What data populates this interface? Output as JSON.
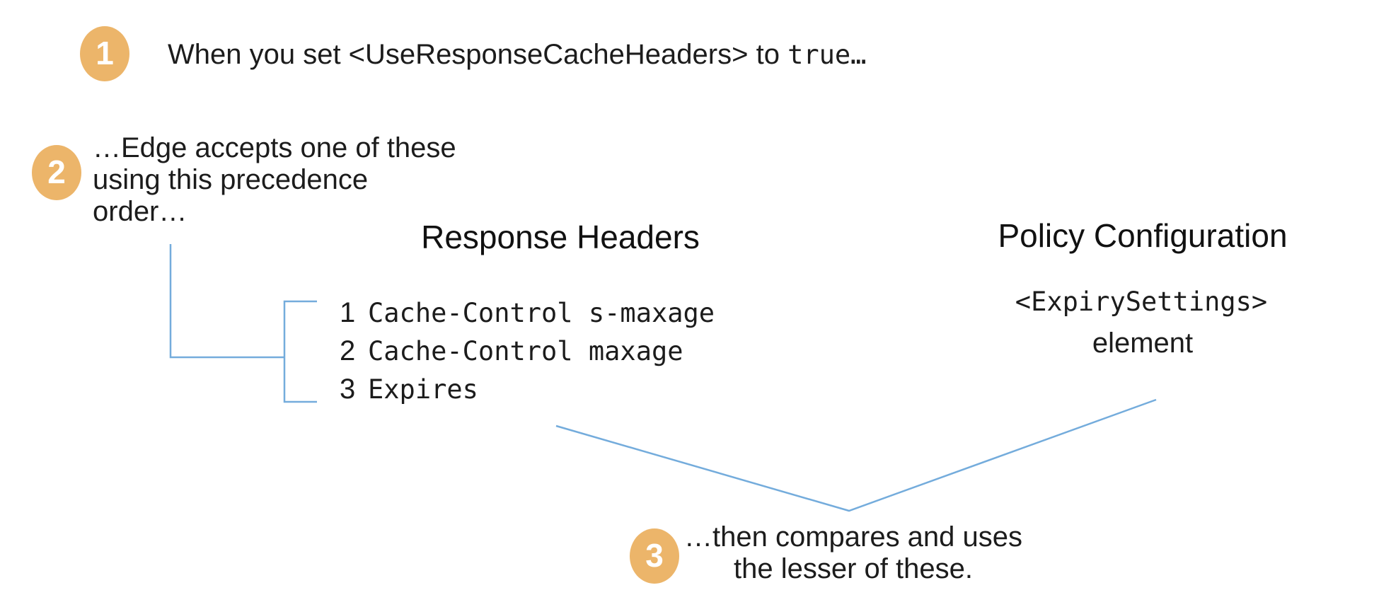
{
  "colors": {
    "badge_orange": "#ecb56a",
    "connector_blue": "#74acdc",
    "text": "#1c1c1c",
    "background": "#ffffff"
  },
  "steps": {
    "step1": {
      "number": "1",
      "text_prefix": "When you set <UseResponseCacheHeaders> to ",
      "text_code": "true…"
    },
    "step2": {
      "number": "2",
      "lines": [
        "…Edge accepts one of these",
        "using this precedence",
        "order…"
      ]
    },
    "step3": {
      "number": "3",
      "lines": [
        "…then compares and uses",
        "the lesser of these."
      ]
    }
  },
  "columns": {
    "response_headers": {
      "title": "Response Headers",
      "items": [
        {
          "rank": "1",
          "label": "Cache-Control s-maxage"
        },
        {
          "rank": "2",
          "label": "Cache-Control maxage"
        },
        {
          "rank": "3",
          "label": "Expires"
        }
      ]
    },
    "policy_configuration": {
      "title": "Policy Configuration",
      "code": "<ExpirySettings>",
      "caption": "element"
    }
  }
}
